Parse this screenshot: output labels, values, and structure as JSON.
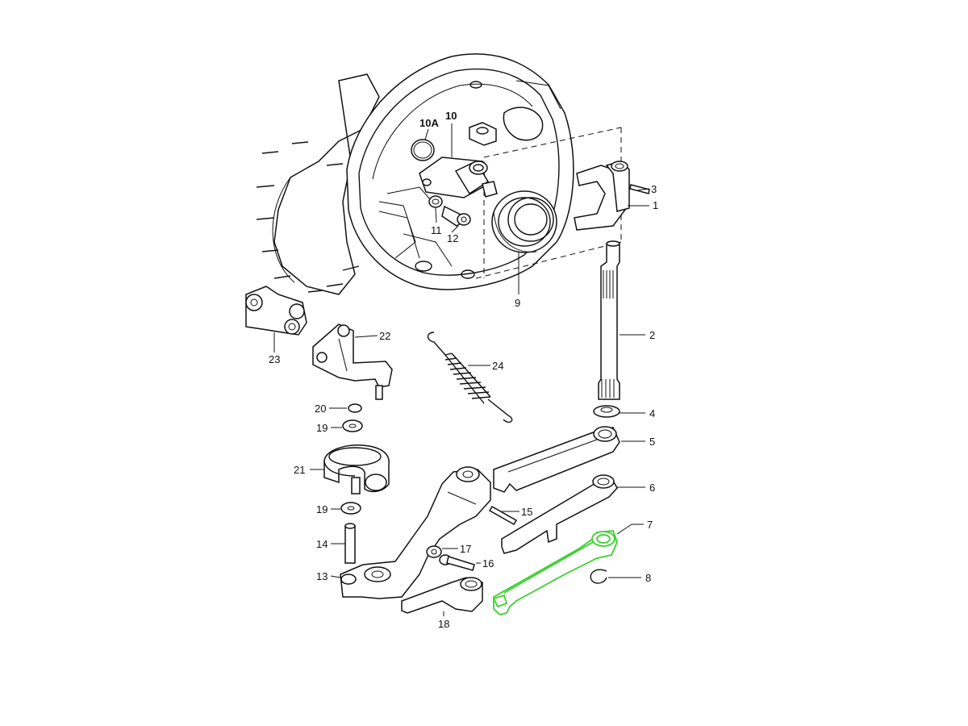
{
  "diagram": {
    "highlight_color": "#39d12d",
    "line_color": "#111111",
    "highlighted_part": "7",
    "labels": {
      "p1": "1",
      "p2": "2",
      "p3": "3",
      "p4": "4",
      "p5": "5",
      "p6": "6",
      "p7": "7",
      "p8": "8",
      "p9": "9",
      "p10": "10",
      "p10a": "10A",
      "p11": "11",
      "p12": "12",
      "p13": "13",
      "p14": "14",
      "p15": "15",
      "p16": "16",
      "p17": "17",
      "p18": "18",
      "p19a": "19",
      "p19b": "19",
      "p20": "20",
      "p21": "21",
      "p22": "22",
      "p23": "23",
      "p24": "24"
    }
  }
}
